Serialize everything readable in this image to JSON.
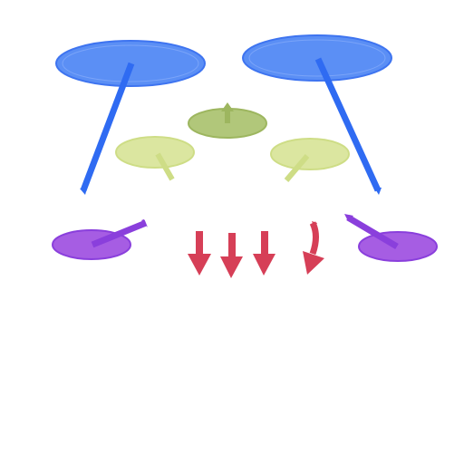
{
  "colors": {
    "background": "#ffffff",
    "blue_fill": "#5b8ff5",
    "blue_stroke": "#3e74f0",
    "blue_line": "#2f6bf2",
    "olive_fill": "#b1c77a",
    "olive_stroke": "#9db65f",
    "lime_fill": "#dbe6a0",
    "lime_stroke": "#cedd86",
    "purple_fill": "#a65de3",
    "purple_stroke": "#8a3fdc",
    "red_arrow": "#d63f57"
  },
  "shapes": {
    "ellipses": [
      {
        "name": "blue-ellipse-left",
        "color": "blue"
      },
      {
        "name": "blue-ellipse-right",
        "color": "blue"
      },
      {
        "name": "olive-ellipse-center",
        "color": "olive"
      },
      {
        "name": "lime-ellipse-left",
        "color": "lime"
      },
      {
        "name": "lime-ellipse-right",
        "color": "lime"
      },
      {
        "name": "purple-ellipse-left",
        "color": "purple"
      },
      {
        "name": "purple-ellipse-right",
        "color": "purple"
      }
    ],
    "arrows": [
      {
        "name": "red-arrow-down-1",
        "color": "red"
      },
      {
        "name": "red-arrow-down-2",
        "color": "red"
      },
      {
        "name": "red-arrow-down-3",
        "color": "red"
      },
      {
        "name": "red-arrow-curved",
        "color": "red"
      }
    ]
  }
}
